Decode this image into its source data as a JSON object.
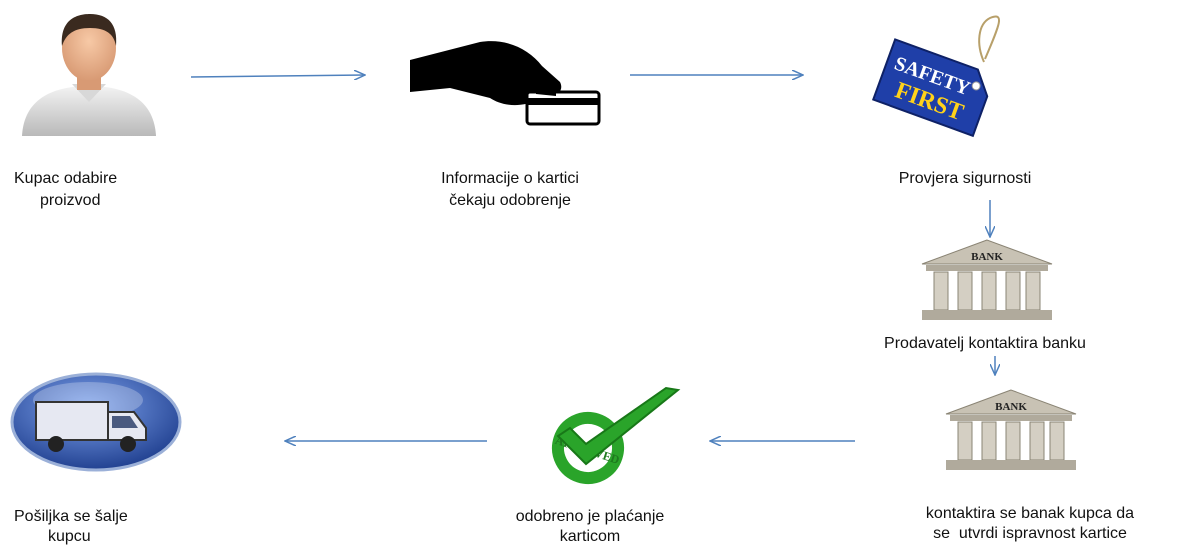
{
  "steps": {
    "customer": {
      "line1": "Kupac odabire",
      "line2": "proizvod",
      "icon": "customer-avatar-icon"
    },
    "card": {
      "line1": "Informacije o kartici",
      "line2": "čekaju odobrenje",
      "icon": "hand-card-icon"
    },
    "security": {
      "line1": "Provjera sigurnosti",
      "icon": "safety-first-tag-icon",
      "tag_line1": "SAFETY",
      "tag_line2": "FIRST"
    },
    "seller_bank": {
      "line1": "Prodavatelj kontaktira banku",
      "icon": "bank-icon",
      "sign": "BANK"
    },
    "buyer_bank": {
      "line1": "kontaktira se banak kupca da",
      "line2": "se  utvrdi ispravnost kartice",
      "icon": "bank-icon",
      "sign": "BANK"
    },
    "approved": {
      "line1": "odobreno je plaćanje",
      "line2": "karticom",
      "icon": "approved-checkmark-icon",
      "seal_text": "APPROVED"
    },
    "shipment": {
      "line1": "Pošiljka se šalje",
      "line2": "kupcu",
      "icon": "delivery-truck-icon"
    }
  },
  "colors": {
    "arrow": "#4f81bd",
    "text": "#111111",
    "bank_stone": "#c8c2b4",
    "check_green": "#2aa42a",
    "tag_blue": "#1f3fa8",
    "orb_blue": "#2a4fb0"
  }
}
